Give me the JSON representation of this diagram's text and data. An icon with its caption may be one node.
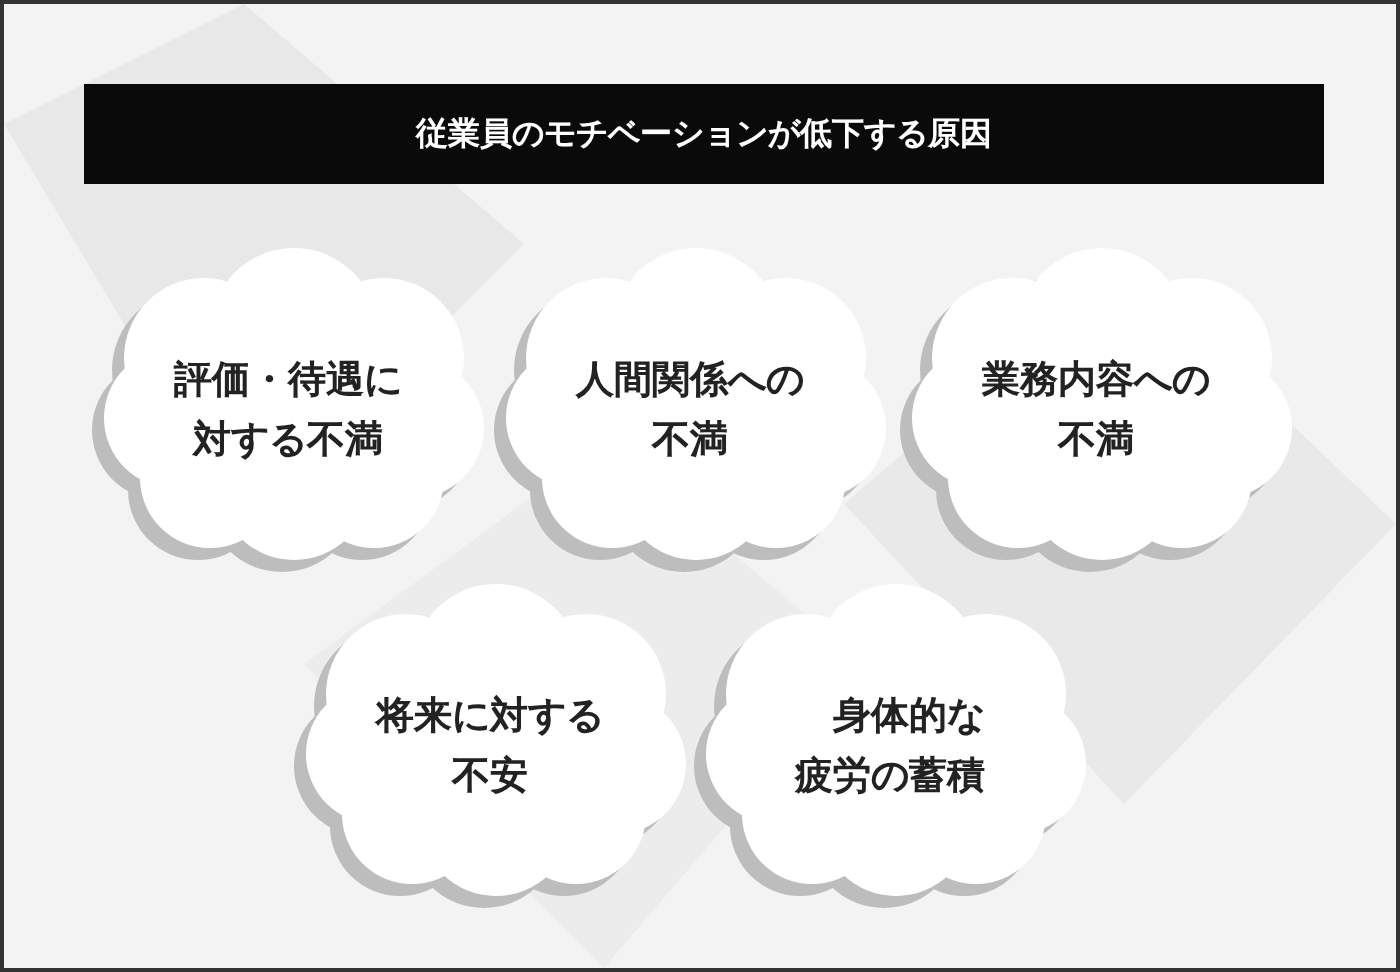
{
  "diagram": {
    "title": "従業員のモチベーションが低下する原因",
    "nodes": [
      {
        "text": [
          "評価・待遇に対する不満"
        ]
      },
      {
        "text": [
          "人間関係への不満"
        ]
      },
      {
        "text": [
          "業務内容への不満"
        ]
      },
      {
        "text": [
          "将来に対する不安"
        ]
      },
      {
        "text": [
          "身体的な疲労の蓄積"
        ]
      }
    ],
    "edges": []
  }
}
